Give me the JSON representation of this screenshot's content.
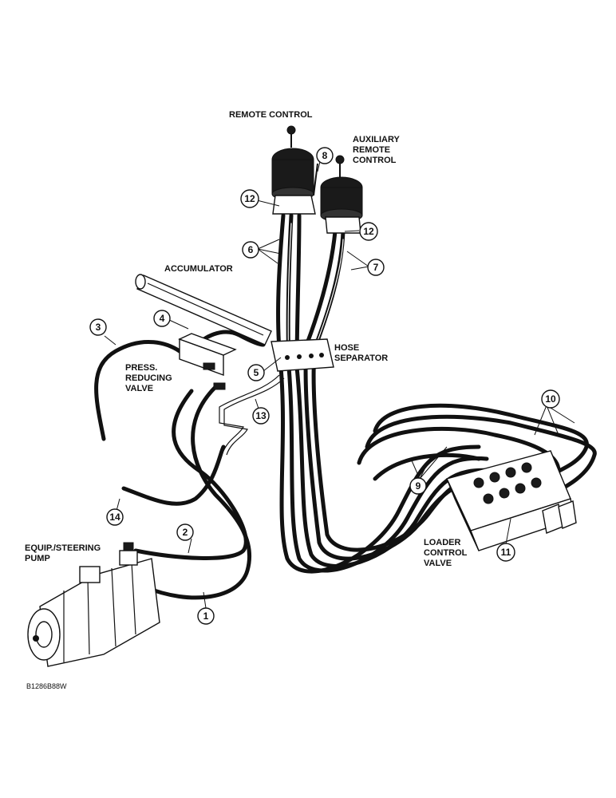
{
  "labels": {
    "remote_control": "REMOTE CONTROL",
    "auxiliary_remote_control": [
      "AUXILIARY",
      "REMOTE",
      "CONTROL"
    ],
    "accumulator": "ACCUMULATOR",
    "hose_separator": [
      "HOSE",
      "SEPARATOR"
    ],
    "press_reducing_valve": [
      "PRESS.",
      "REDUCING",
      "VALVE"
    ],
    "equip_steering_pump": [
      "EQUIP./STEERING",
      "PUMP"
    ],
    "loader_control_valve": [
      "LOADER",
      "CONTROL",
      "VALVE"
    ]
  },
  "callouts": [
    "1",
    "2",
    "3",
    "4",
    "5",
    "6",
    "7",
    "8",
    "9",
    "10",
    "11",
    "12",
    "12",
    "13",
    "14"
  ],
  "drawing_code": "B1286B88W"
}
